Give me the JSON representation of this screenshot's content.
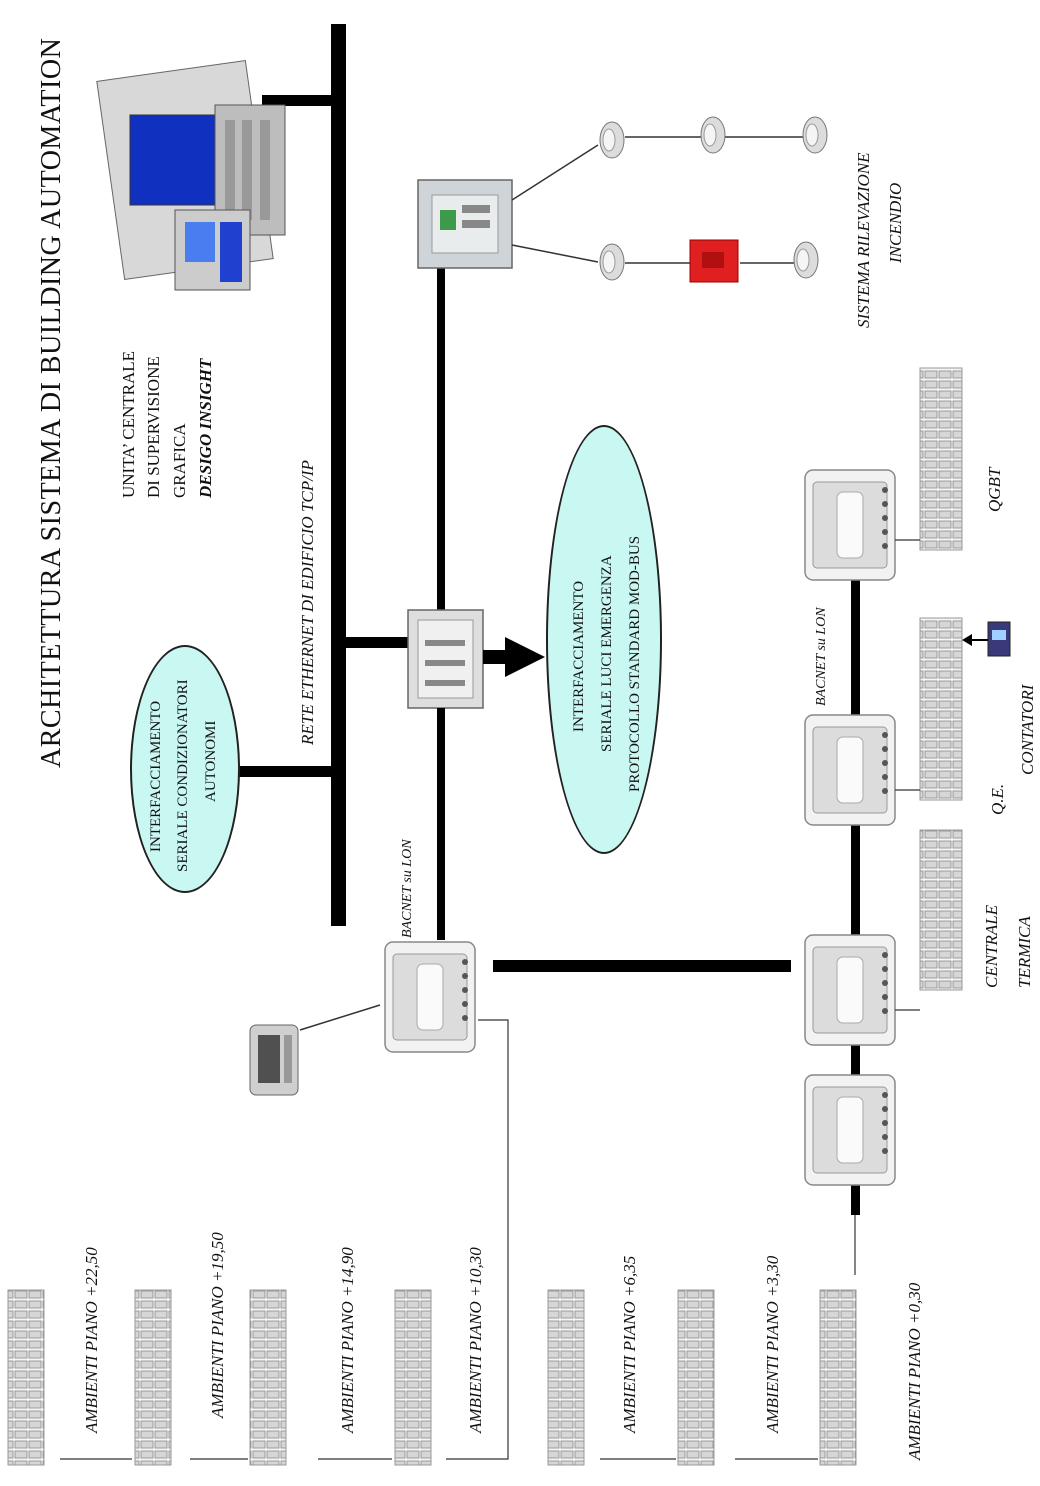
{
  "title": "ARCHITETTURA SISTEMA DI BUILDING AUTOMATION",
  "supervision": {
    "line1": "UNITA’ CENTRALE",
    "line2": "DI SUPERVISIONE",
    "line3": "GRAFICA",
    "line4": "DESIGO INSIGHT"
  },
  "ethernet_label": "RETE ETHERNET DI EDIFICIO TCP/IP",
  "ac_interface": {
    "line1": "INTERFACCIAMENTO",
    "line2": "SERIALE CONDIZIONATORI",
    "line3": "AUTONOMI"
  },
  "emergency_interface": {
    "line1": "INTERFACCIAMENTO",
    "line2": "SERIALE LUCI EMERGENZA",
    "line3": "PROTOCOLLO STANDARD MOD-BUS"
  },
  "fire_system": {
    "line1": "SISTEMA RILEVAZIONE",
    "line2": "INCENDIO"
  },
  "bacnet_labels": [
    "BACNET su LON",
    "BACNET su LON"
  ],
  "panels": {
    "qgbt": "QGBT",
    "qe_line1": "Q.E.",
    "qe_line2": "CONTATORI",
    "centrale_line1": "CENTRALE",
    "centrale_line2": "TERMICA"
  },
  "floors": [
    "AMBIENTI PIANO +22,50",
    "AMBIENTI PIANO +19,50",
    "AMBIENTI PIANO +14,90",
    "AMBIENTI PIANO +10,30",
    "AMBIENTI PIANO +6,35",
    "AMBIENTI PIANO +3,30",
    "AMBIENTI PIANO +0,30"
  ],
  "colors": {
    "ellipse_fill": "#c9f7f2",
    "bus_line": "#000000",
    "alarm_red": "#e02020"
  }
}
